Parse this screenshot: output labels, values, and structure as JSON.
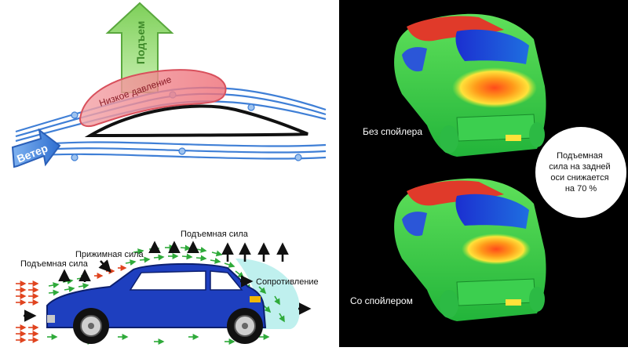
{
  "wing_diagram": {
    "lift_label": "Подъем",
    "low_pressure_label": "Низкое давление",
    "wind_label": "Ветер",
    "colors": {
      "lift_arrow": "#8fd66a",
      "low_pressure": "#f07f86",
      "wind_arrow": "#4a86d9",
      "streamline": "#3f7fd6"
    }
  },
  "car_diagram": {
    "lift_force_left_label": "Подъемная сила",
    "downforce_label": "Прижимная сила",
    "lift_force_top_label": "Подъемная сила",
    "drag_label": "Сопротивление",
    "colors": {
      "car_body": "#1e3fbf",
      "airflow": "#2faa3a",
      "high_pressure": "#e0441f",
      "wake": "#bff0ee"
    }
  },
  "cfd_comparison": {
    "without_spoiler_label": "Без спойлера",
    "with_spoiler_label": "Со спойлером",
    "note_lines": [
      "Подъемная",
      "сила на задней",
      "оси снижается",
      "на 70 %"
    ]
  }
}
